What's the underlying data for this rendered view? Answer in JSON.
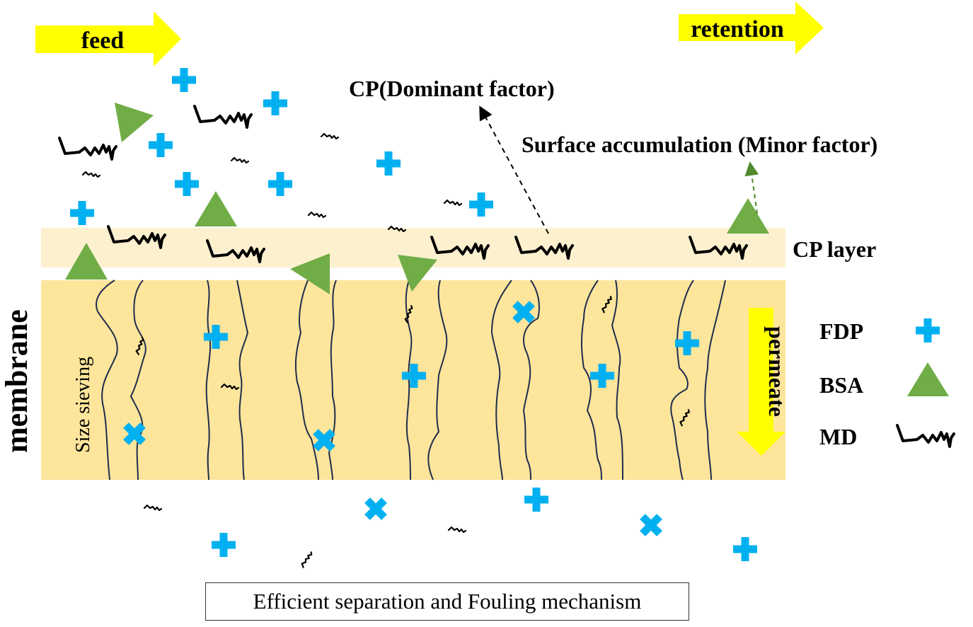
{
  "title": "Efficient separation and Fouling mechanism",
  "colors": {
    "arrow_yellow": "#ffff00",
    "fdp_blue": "#00b0f0",
    "bsa_green": "#70ad47",
    "cp_layer": "#fdf0cf",
    "membrane": "#fde59b",
    "pore_line": "#1f2d4d",
    "md_black": "#000000"
  },
  "arrows": {
    "feed": "feed",
    "retention": "retention",
    "permeate": "permeate"
  },
  "annotations": {
    "cp_dominant": "CP(Dominant factor)",
    "surface_accumulation": "Surface accumulation (Minor factor)",
    "cp_layer": "CP layer",
    "membrane": "membrane",
    "size_sieving": "Size sieving"
  },
  "legend": [
    {
      "label": "FDP",
      "symbol": "blue-cross"
    },
    {
      "label": "BSA",
      "symbol": "green-triangle"
    },
    {
      "label": "MD",
      "symbol": "black-squiggle"
    }
  ],
  "caption": "Efficient separation and Fouling mechanism"
}
